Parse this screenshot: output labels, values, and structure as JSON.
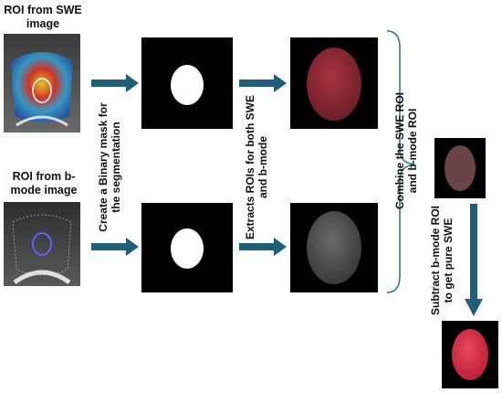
{
  "labels": {
    "roi_swe": "ROI from SWE image",
    "roi_bmode": "ROI from b-mode image",
    "create_mask": "Create a Binary mask for the segmentation",
    "extract_rois": "Extracts ROIs for both SWE and b-mode",
    "combine": "Combine the SWE ROI and b-mode ROI",
    "subtract": "Subtract b-mode ROI to get pure SWE"
  },
  "colors": {
    "arrow": "#1f5f7a",
    "brace": "#2e7d8a",
    "swe_roi": "#8c2a35",
    "bmode_roi": "#555555",
    "combined_roi": "#6b4448",
    "pure_swe": "#d8324a"
  }
}
